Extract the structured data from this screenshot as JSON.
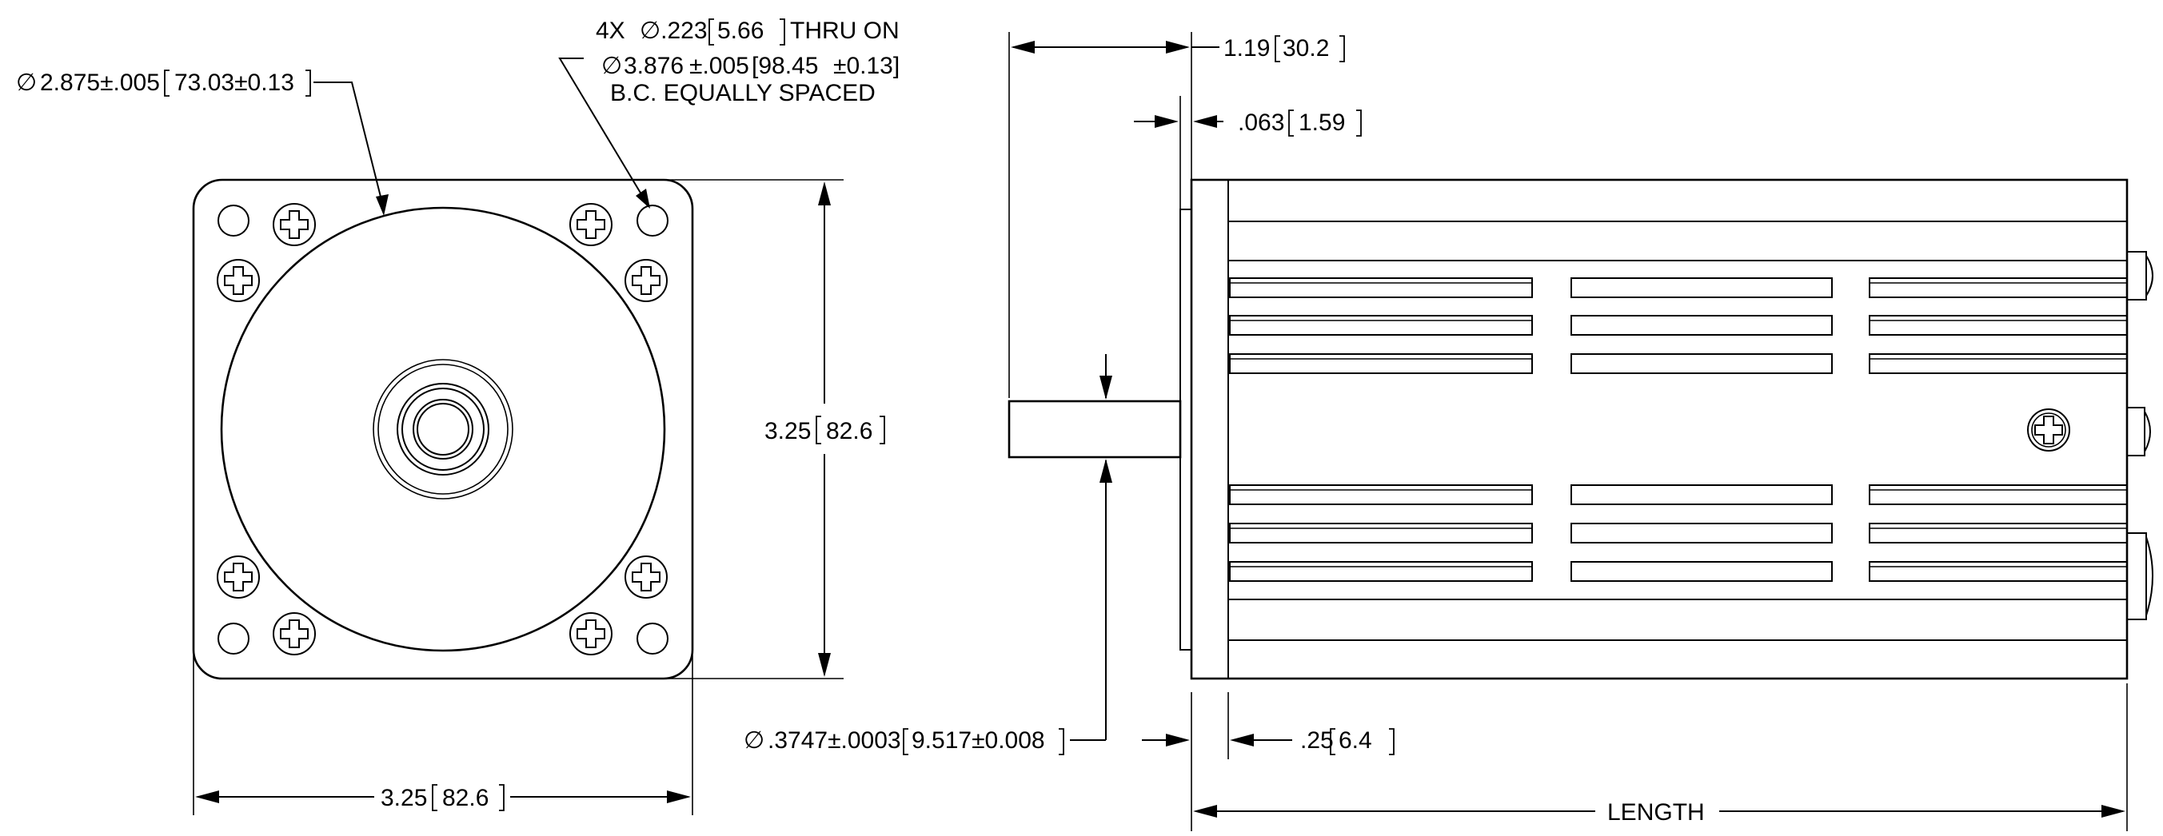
{
  "front_view": {
    "pilot_dia_prefix": "∅",
    "pilot_dia_in": "2.875±.005",
    "pilot_dia_mm": "73.03±0.13",
    "holes_line1_prefix": "4X",
    "holes_line1_dia": "∅.223",
    "holes_line1_mm": "5.66",
    "holes_line1_suffix": "THRU ON",
    "holes_line2_prefix": "∅",
    "holes_line2_in": "3.876",
    "holes_line2_tol": "±.005",
    "holes_line2_mm": "[98.45",
    "holes_line2_mm_tol": "±0.13]",
    "holes_line3": "B.C. EQUALLY SPACED",
    "height_in": "3.25",
    "height_mm": "82.6",
    "width_in": "3.25",
    "width_mm": "82.6"
  },
  "side_view": {
    "shaft_length_in": "1.19",
    "shaft_length_mm": "30.2",
    "flange_thick_in": ".063",
    "flange_thick_mm": "1.59",
    "shaft_dia_prefix": "∅",
    "shaft_dia_in": ".3747±.0003",
    "shaft_dia_mm": "9.517±0.008",
    "pilot_len_in": ".25",
    "pilot_len_mm": "6.4",
    "length_label": "LENGTH"
  }
}
